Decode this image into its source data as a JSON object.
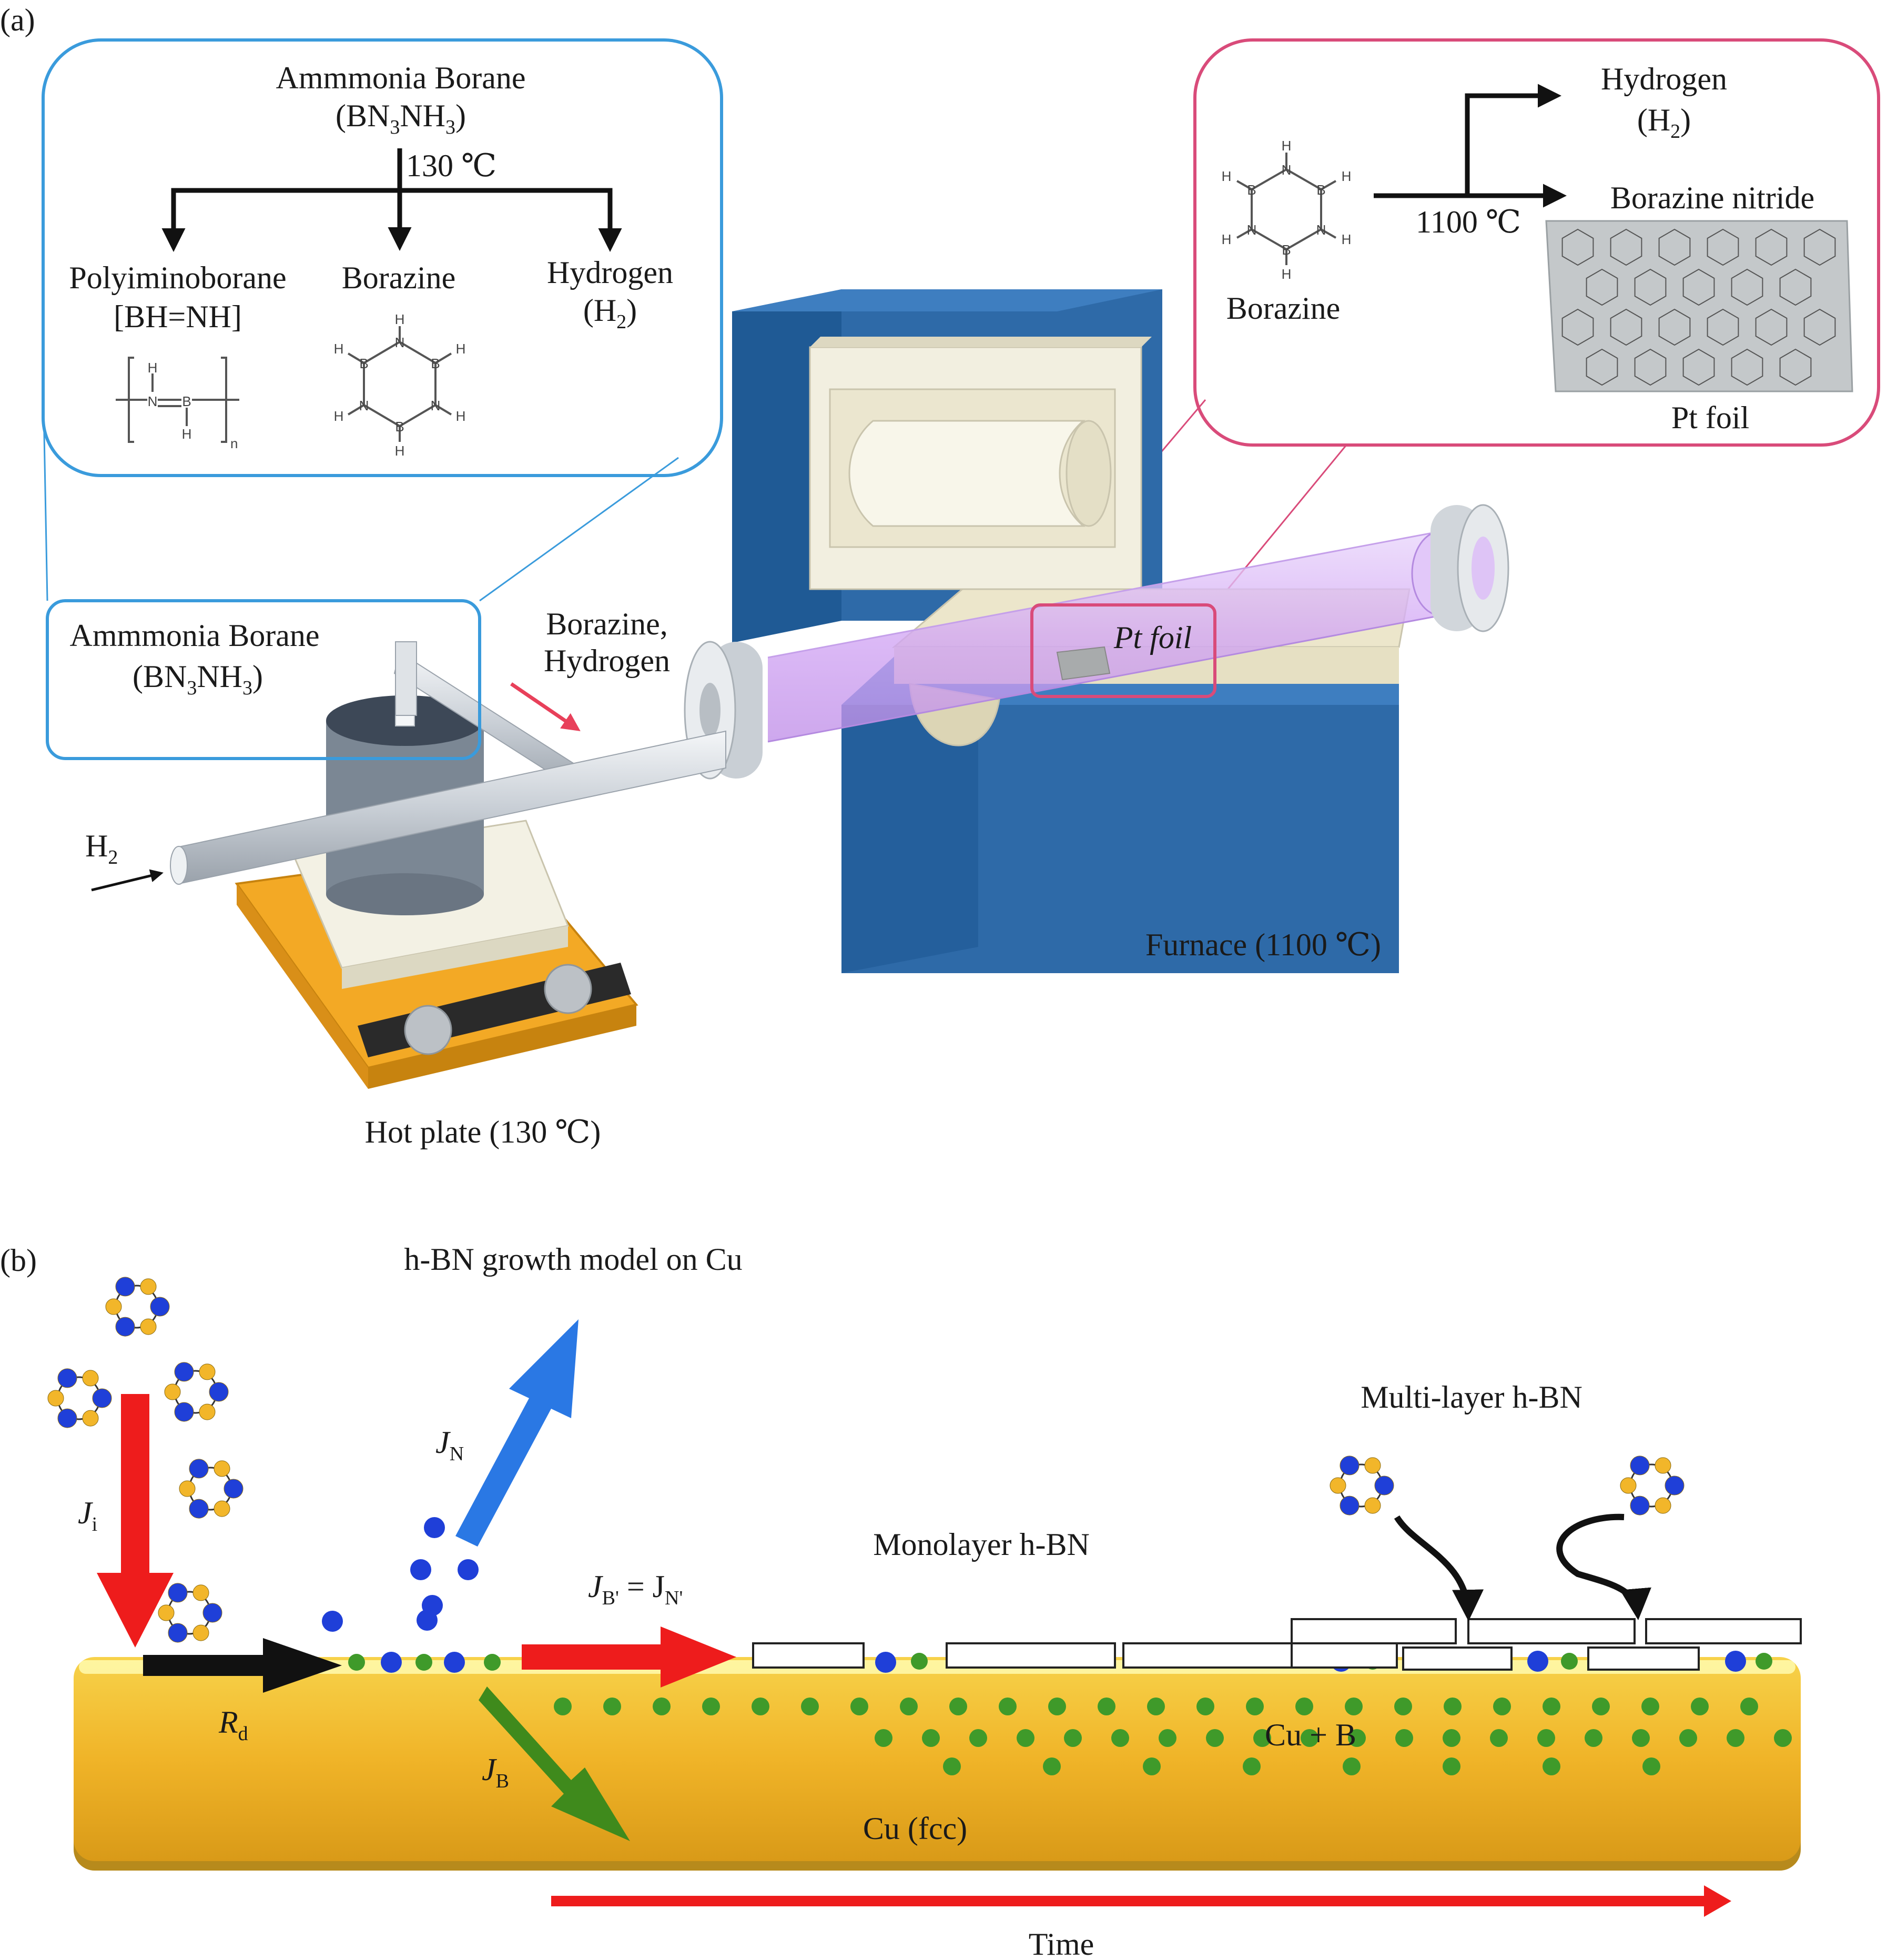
{
  "panel_a": {
    "label": "(a)",
    "left_callout": {
      "title": "Ammmonia Borane",
      "formula": [
        "(BN",
        "3",
        "NH",
        "3",
        ")"
      ],
      "temp": "130 ℃",
      "products": {
        "polyiminoborane": {
          "name": "Polyiminoborane",
          "formula": "[BH=NH]"
        },
        "borazine": {
          "name": "Borazine"
        },
        "hydrogen": {
          "name": "Hydrogen",
          "formula": [
            "(H",
            "2",
            ")"
          ]
        }
      }
    },
    "right_callout": {
      "hydrogen": {
        "name": "Hydrogen",
        "formula": [
          "(H",
          "2",
          ")"
        ]
      },
      "borazine_nitride": "Borazine nitride",
      "temp": "1100 ℃",
      "borazine": "Borazine",
      "pt_foil": "Pt foil"
    },
    "source_box": {
      "title": "Ammmonia Borane",
      "formula": [
        "(BN",
        "3",
        "NH",
        "3",
        ")"
      ]
    },
    "flow_label": [
      "Borazine,",
      "Hydrogen"
    ],
    "h2_inlet": [
      "H",
      "2"
    ],
    "pt_foil_label": "Pt foil",
    "furnace_label": "Furnace (1100 ℃)",
    "hotplate_label": "Hot plate (130 ℃)"
  },
  "panel_b": {
    "label": "(b)",
    "title": "h-BN growth model on Cu",
    "flux_incident": [
      "J",
      "i"
    ],
    "flux_nitrogen": [
      "J",
      "N"
    ],
    "flux_equal": [
      "J",
      "B'",
      " = J",
      "N'"
    ],
    "rate_deposition": [
      "R",
      "d"
    ],
    "flux_boron": [
      "J",
      "B"
    ],
    "monolayer": "Monolayer h-BN",
    "multilayer": "Multi-layer h-BN",
    "cu_b": "Cu + B",
    "cu_fcc": "Cu (fcc)",
    "time": "Time"
  },
  "colors": {
    "callout_blue": "#3a9bdc",
    "callout_pink": "#d94b7a",
    "furnace_blue": "#2e6aa8",
    "copper": "#f0b428",
    "boron_green": "#3f9a2a",
    "nitrogen_blue": "#1f3fd8",
    "flux_red": "#ee1c1c",
    "flux_blue": "#2a78e4",
    "flux_green": "#3f8a1c"
  }
}
